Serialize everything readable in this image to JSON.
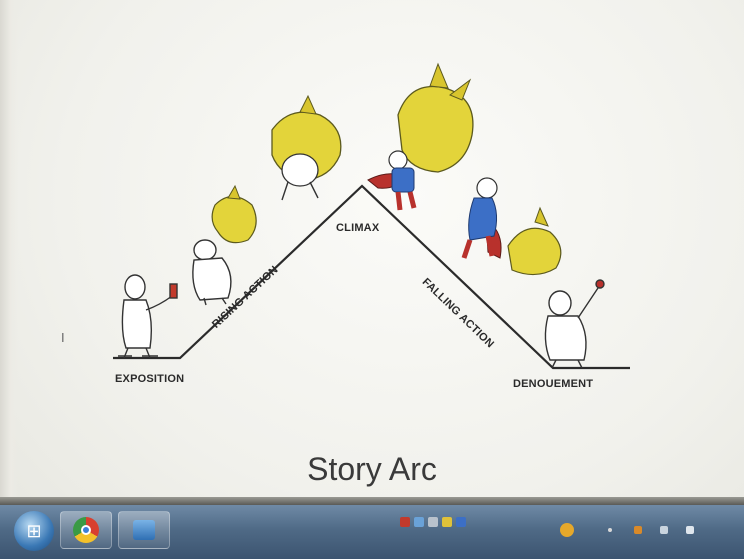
{
  "slide": {
    "title": "Story Arc",
    "labels": {
      "exposition": "EXPOSITION",
      "rising_action": "RISING ACTION",
      "climax": "CLIMAX",
      "falling_action": "FALLING ACTION",
      "denouement": "DENOUEMENT"
    }
  },
  "taskbar": {
    "start_icon": "windows-start-icon",
    "pinned": [
      "chrome-icon",
      "window-app-icon"
    ]
  },
  "colors": {
    "dragon": "#e3d43a",
    "hero_cape": "#b8312c",
    "hero_suit": "#3c6fc6",
    "taskbar": "#4f6a86"
  }
}
